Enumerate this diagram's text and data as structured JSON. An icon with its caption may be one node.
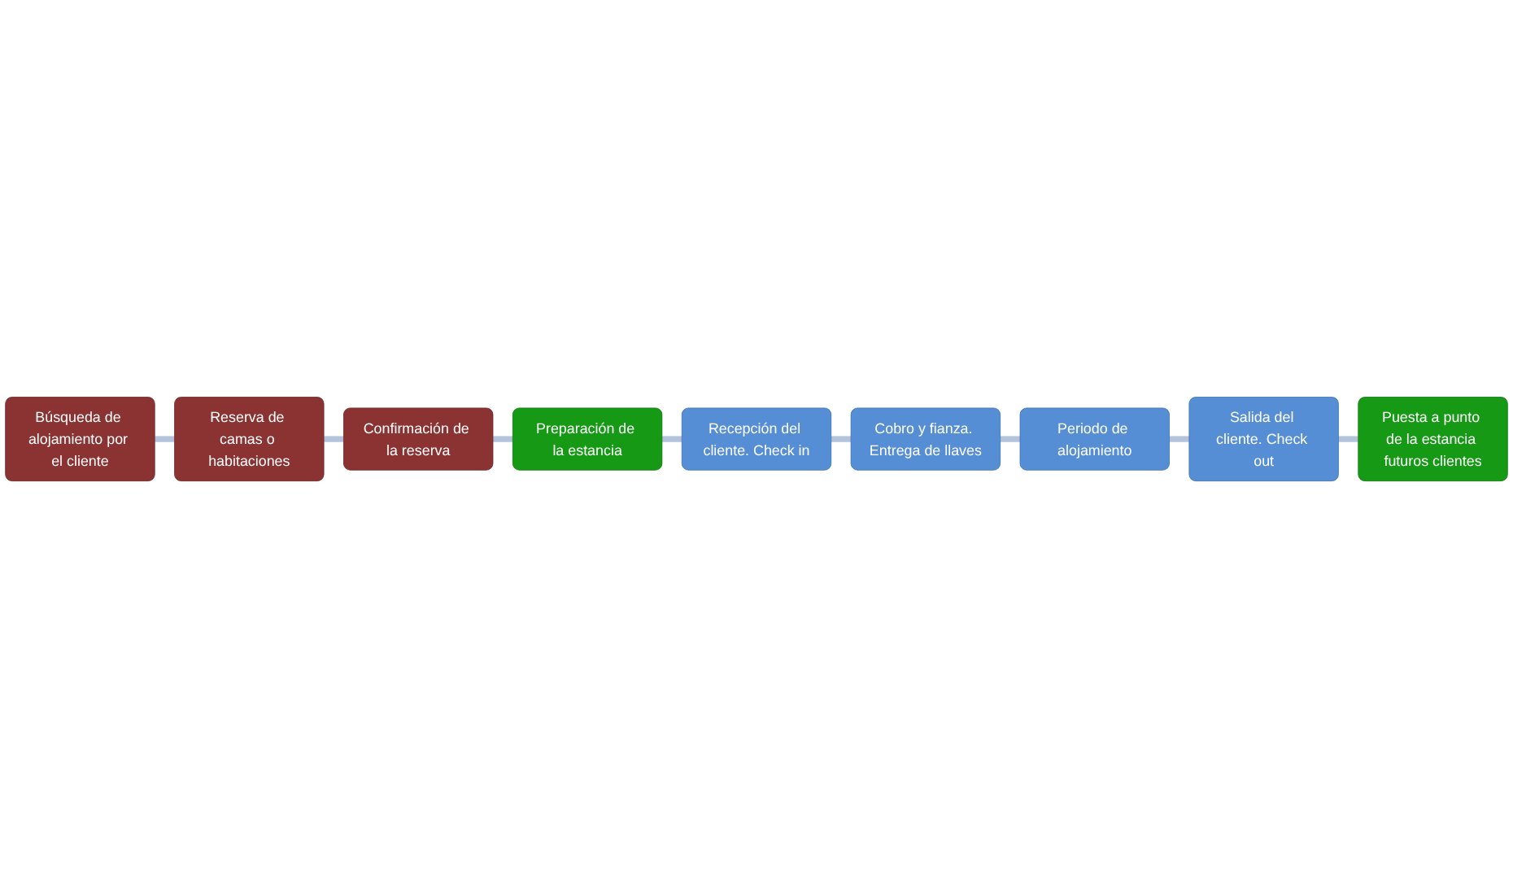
{
  "diagram": {
    "nodes": [
      {
        "text": [
          "Búsqueda de alojamiento por el cliente"
        ]
      },
      {
        "text": [
          "Reserva de camas o habitaciones"
        ]
      },
      {
        "text": [
          "Confirmación de la reserva"
        ]
      },
      {
        "text": [
          "Preparación de la estancia"
        ]
      },
      {
        "text": [
          "Recepción del cliente. Check in"
        ]
      },
      {
        "text": [
          "Cobro y fianza. Entrega de llaves"
        ]
      },
      {
        "text": [
          "Periodo de alojamiento"
        ]
      },
      {
        "text": [
          "Salida del cliente. Check out"
        ]
      },
      {
        "text": [
          "Puesta a punto de la estancia futuros clientes"
        ]
      }
    ],
    "edges": [
      {
        "from": 0,
        "to": 1,
        "arrow": "none"
      },
      {
        "from": 1,
        "to": 2,
        "arrow": "none"
      },
      {
        "from": 2,
        "to": 3,
        "arrow": "none"
      },
      {
        "from": 3,
        "to": 4,
        "arrow": "none"
      },
      {
        "from": 4,
        "to": 5,
        "arrow": "none"
      },
      {
        "from": 5,
        "to": 6,
        "arrow": "none"
      },
      {
        "from": 6,
        "to": 7,
        "arrow": "none"
      },
      {
        "from": 7,
        "to": 8,
        "arrow": "none"
      }
    ]
  }
}
